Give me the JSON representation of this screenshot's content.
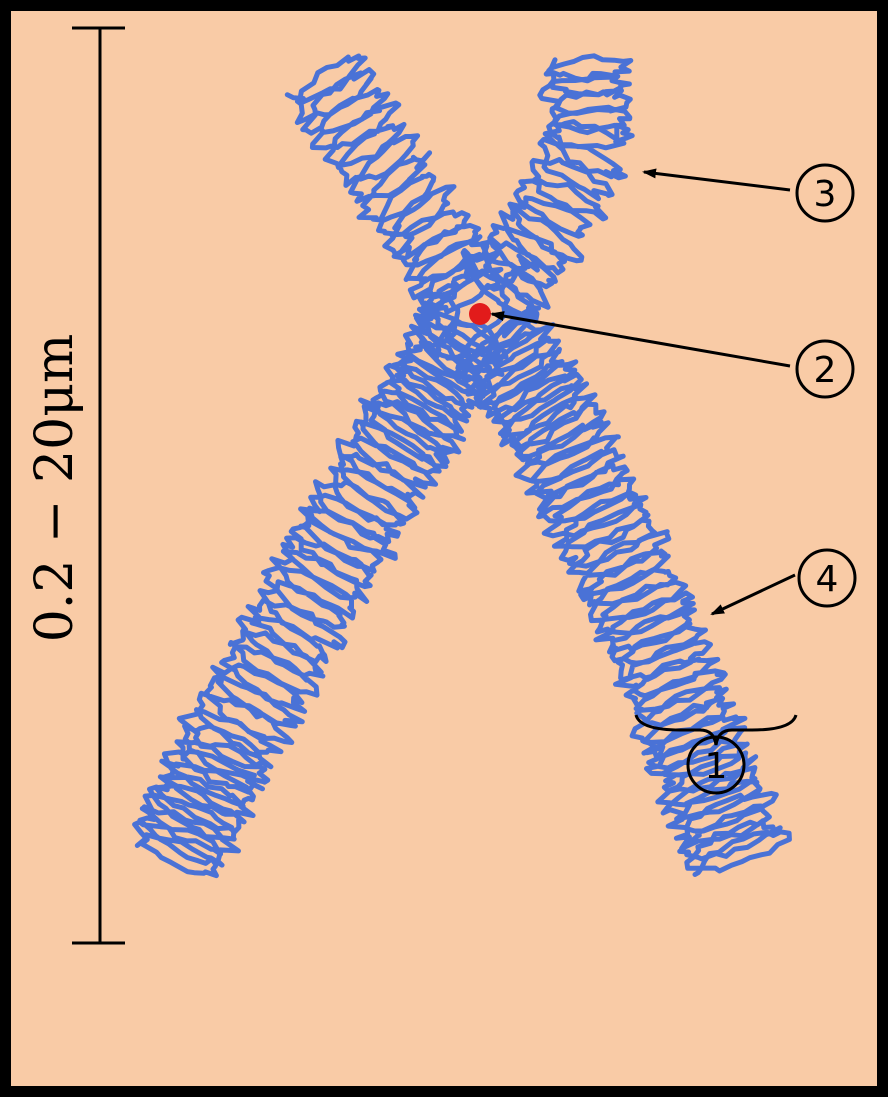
{
  "scale_bar": {
    "label": "0.2 − 20μm"
  },
  "labels": [
    {
      "id": "1",
      "text": "1"
    },
    {
      "id": "2",
      "text": "2"
    },
    {
      "id": "3",
      "text": "3"
    },
    {
      "id": "4",
      "text": "4"
    }
  ],
  "colors": {
    "background": "#f9cba6",
    "frame": "#000000",
    "chromatin": "#4a72d6",
    "centromere": "#e21b1b",
    "ink": "#000000"
  }
}
